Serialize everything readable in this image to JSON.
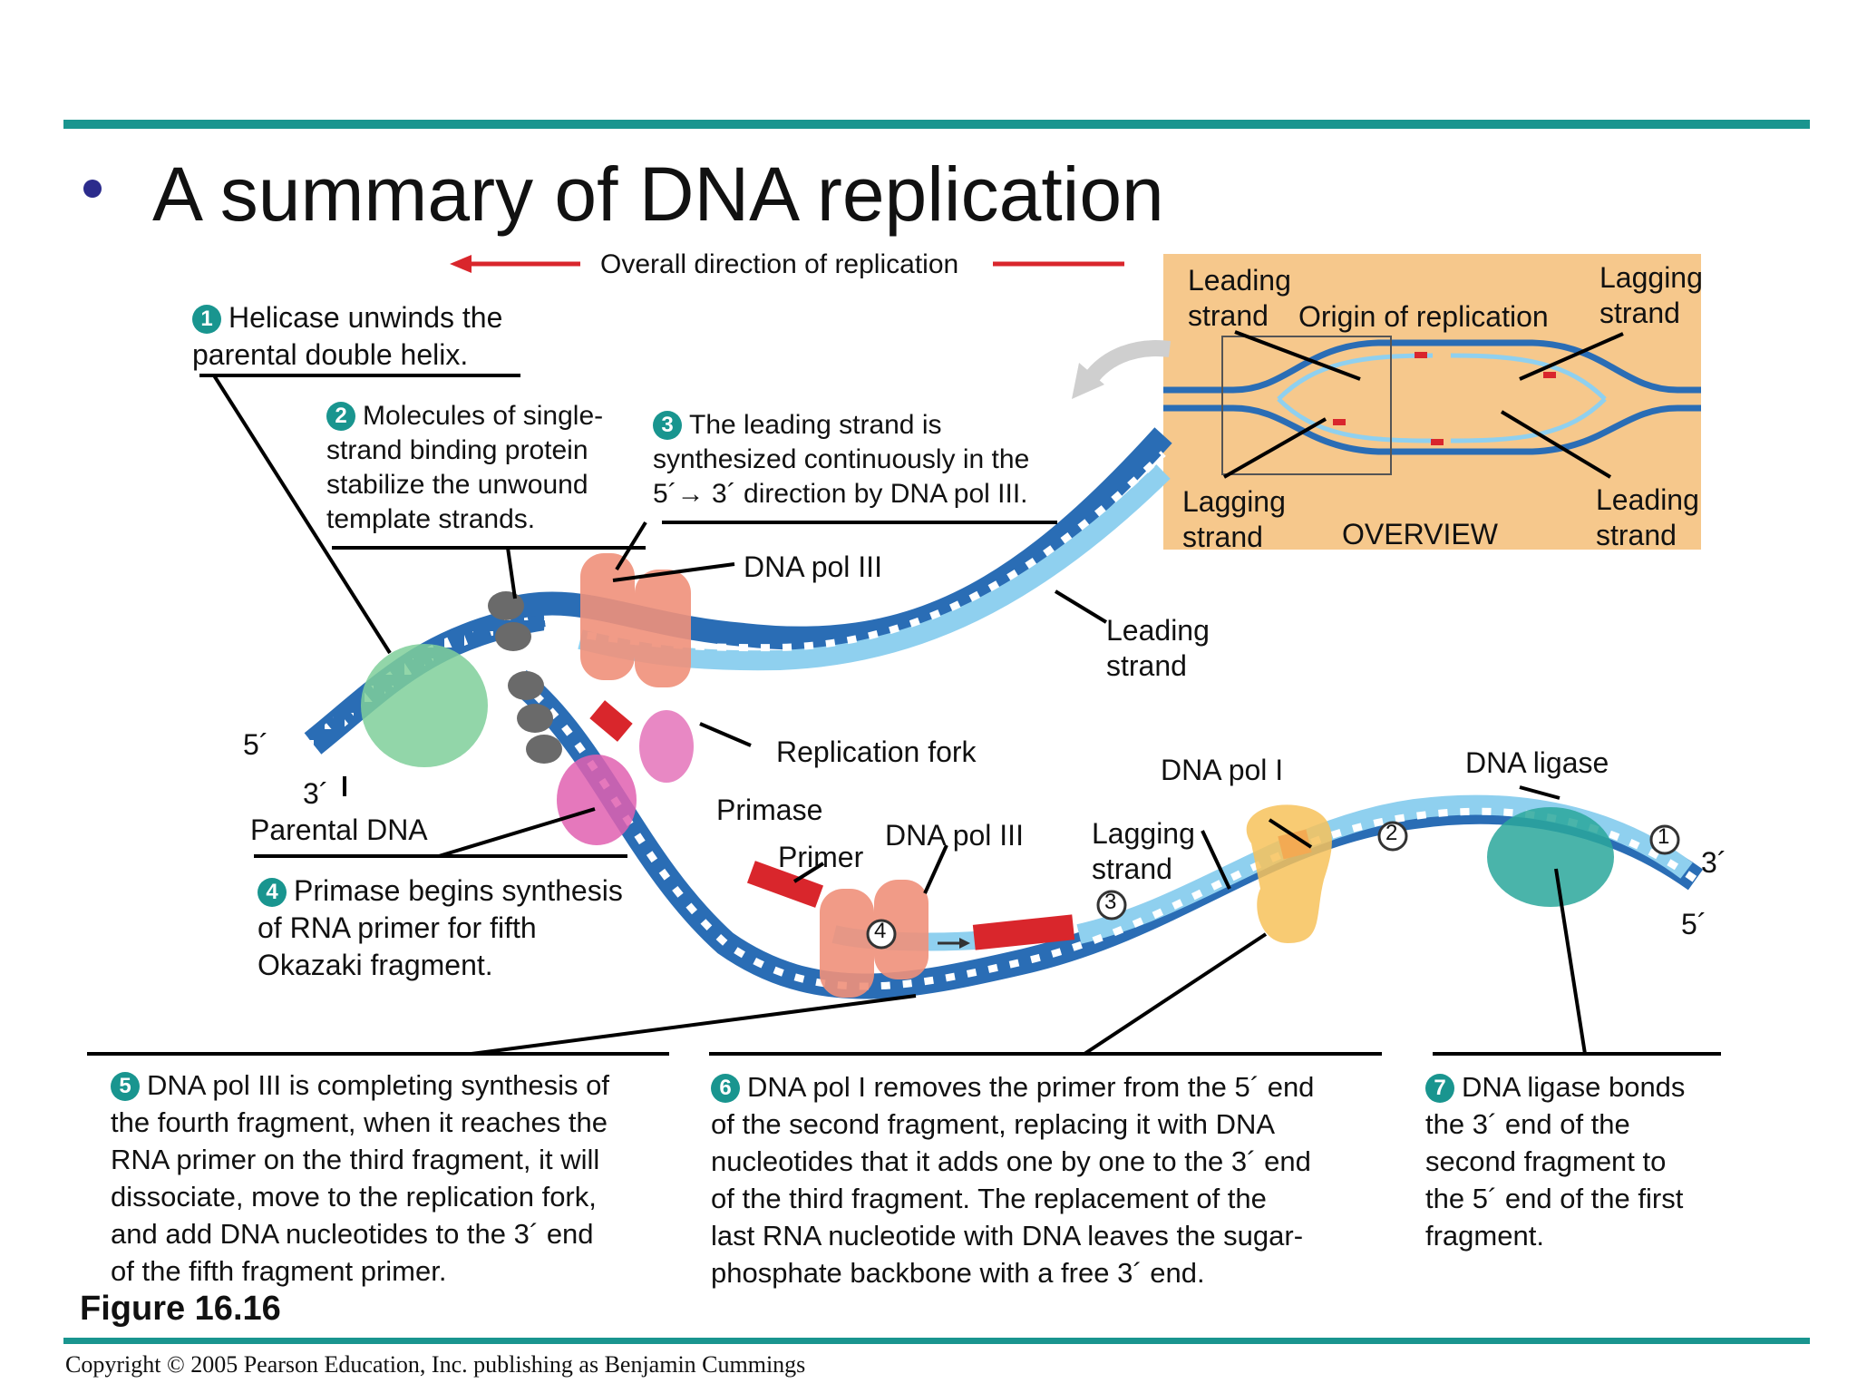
{
  "slide": {
    "title": "A summary of DNA replication",
    "figure": "Figure 16.16",
    "copyright": "Copyright © 2005 Pearson Education, Inc. publishing as Benjamin Cummings"
  },
  "diagram": {
    "direction_label": "Overall direction of replication",
    "overview": {
      "leading_top": "Leading\nstrand",
      "origin": "Origin of replication",
      "lagging_top": "Lagging\nstrand",
      "lagging_bottom": "Lagging\nstrand",
      "overview": "OVERVIEW",
      "leading_bottom": "Leading\nstrand"
    },
    "labels": {
      "dna_pol_iii_top": "DNA pol III",
      "leading_strand": "Leading\nstrand",
      "replication_fork": "Replication fork",
      "five_prime_left": "5´",
      "three_prime_left": "3´",
      "parental_dna": "Parental DNA",
      "primase": "Primase",
      "primer": "Primer",
      "dna_pol_iii_bottom": "DNA pol III",
      "lagging_strand": "Lagging\nstrand",
      "dna_pol_i": "DNA pol I",
      "dna_ligase": "DNA ligase",
      "three_prime_right": "3´",
      "five_prime_right": "5´",
      "fragment_1": "1",
      "fragment_2": "2",
      "fragment_3": "3",
      "fragment_4": "4"
    },
    "steps": [
      {
        "num": "1",
        "text": "Helicase unwinds the\nparental double helix."
      },
      {
        "num": "2",
        "text": "Molecules of single-\nstrand binding protein\nstabilize the unwound\ntemplate strands."
      },
      {
        "num": "3",
        "text": "The leading strand is\nsynthesized continuously in the\n5´→ 3´ direction by DNA pol III."
      },
      {
        "num": "4",
        "text": "Primase begins synthesis\nof RNA primer for fifth\nOkazaki fragment."
      },
      {
        "num": "5",
        "text": "DNA pol III is completing synthesis of\nthe fourth fragment, when it reaches the\nRNA primer on the third fragment, it will\ndissociate, move to the replication fork,\nand add DNA nucleotides to the 3´ end\nof the fifth fragment primer."
      },
      {
        "num": "6",
        "text": "DNA pol I removes the primer from the 5´ end\nof the second fragment, replacing it with DNA\nnucleotides that it adds one by one to the 3´ end\nof the third fragment. The replacement of the\nlast RNA nucleotide with DNA leaves the sugar-\nphosphate backbone with a free 3´ end."
      },
      {
        "num": "7",
        "text": "DNA ligase bonds\nthe 3´ end of the\nsecond fragment to\nthe 5´ end of the first\nfragment."
      }
    ],
    "colors": {
      "teal_rule": "#19958f",
      "dark_strand": "#2a6db5",
      "light_strand": "#8fd0ef",
      "rna_primer": "#d9262c",
      "overview_bg": "#f6c88c",
      "dna_pol_iii": "#f0907a",
      "primase": "#e060b0",
      "helicase": "#7fcf9a",
      "ssb": "#6a6a6a",
      "dna_pol_i": "#f7c25a",
      "dna_ligase": "#2aa79b"
    }
  }
}
